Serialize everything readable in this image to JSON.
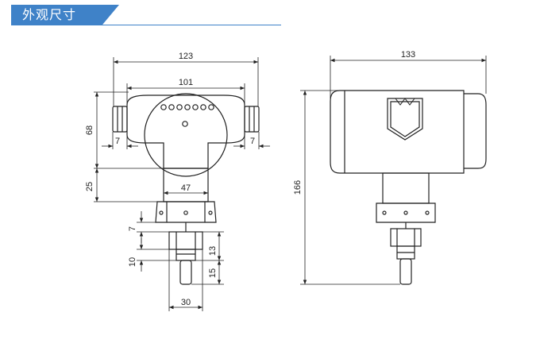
{
  "header": {
    "title": "外观尺寸",
    "accent_color": "#3f82c8"
  },
  "front_view": {
    "dims": {
      "overall_width": "123",
      "inner_width": "101",
      "height_top": "68",
      "height_neck": "25",
      "gland_left": "7",
      "gland_right": "7",
      "neck_width": "47",
      "hex_height": "7",
      "thread_height": "10",
      "fitting_height": "13",
      "probe_height": "15",
      "fitting_width": "30"
    }
  },
  "side_view": {
    "dims": {
      "width": "133",
      "height": "166"
    }
  }
}
